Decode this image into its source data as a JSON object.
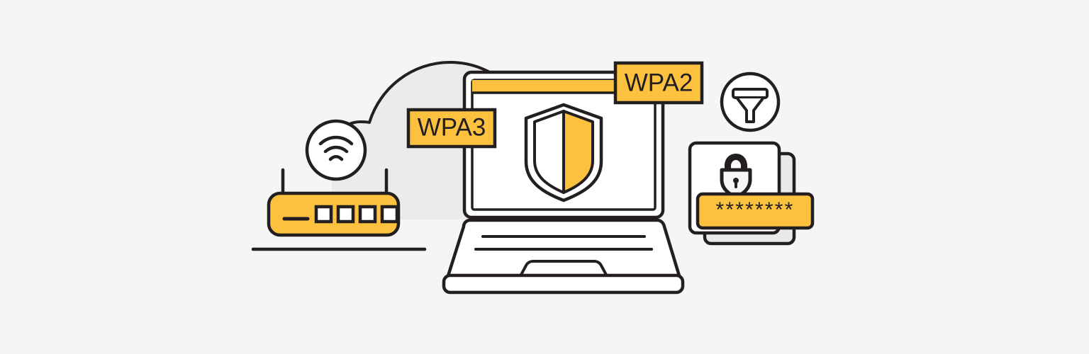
{
  "illustration": {
    "title": "Wi-Fi Security Protocols (WPA2 / WPA3) Illustration",
    "background_color": "#f5f5f5",
    "accent_color": "#fbc13f",
    "outline_color": "#231f20",
    "cloud_color": "#ebebeb",
    "card_shadow_color": "#e8e8e8",
    "white": "#ffffff"
  },
  "labels": {
    "wpa2": "WPA2",
    "wpa3": "WPA3",
    "password_mask": "********"
  },
  "icons": {
    "wifi": "wifi-icon",
    "router": "router-icon",
    "cloud": "cloud-icon",
    "laptop": "laptop-icon",
    "shield": "shield-icon",
    "filter": "filter-funnel-icon",
    "lock": "lock-icon",
    "ground_line": "ground-line"
  },
  "router": {
    "indicator_count": 4,
    "antenna_count": 2
  },
  "password_card": {
    "mask_character_count": 8
  }
}
